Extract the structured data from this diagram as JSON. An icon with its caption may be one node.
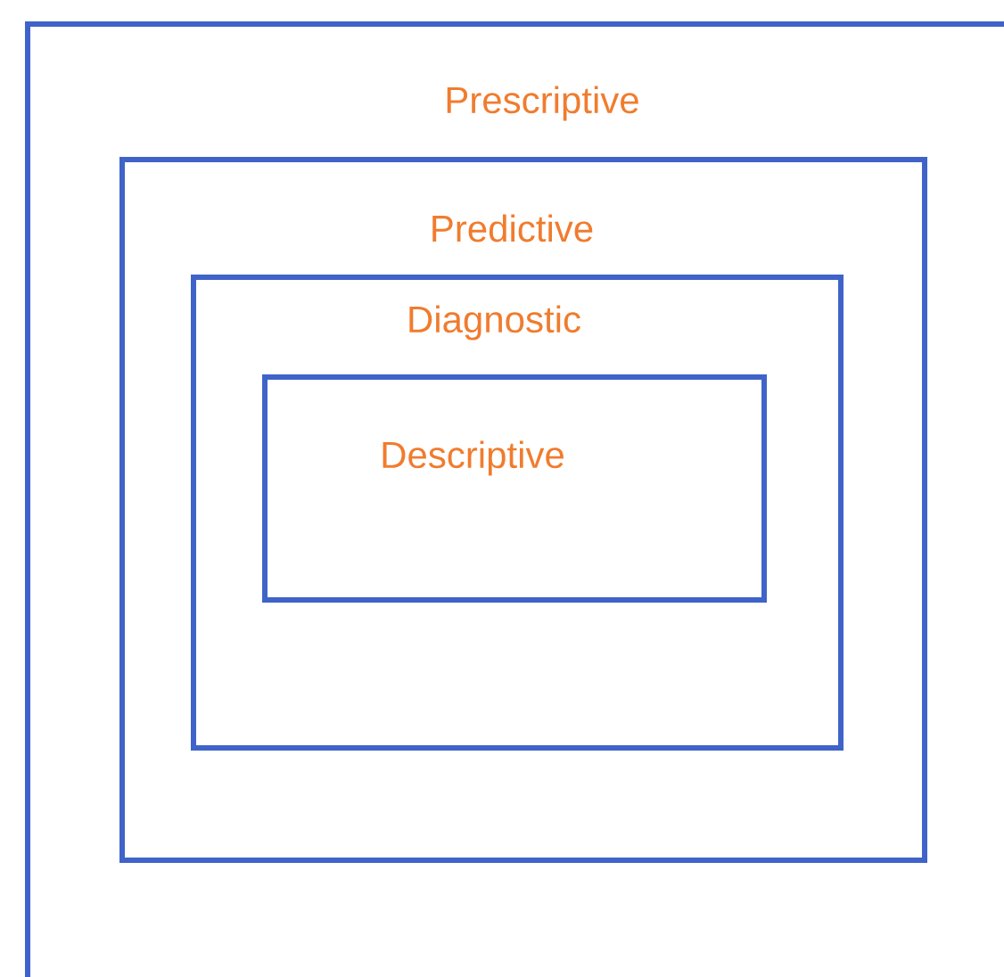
{
  "diagram": {
    "nodes": [
      {
        "text": [
          "Prescriptive"
        ]
      },
      {
        "text": [
          "Predictive"
        ],
        "in": 0
      },
      {
        "text": [
          "Diagnostic"
        ],
        "in": 1
      },
      {
        "text": [
          "Descriptive"
        ],
        "in": 2
      }
    ]
  }
}
